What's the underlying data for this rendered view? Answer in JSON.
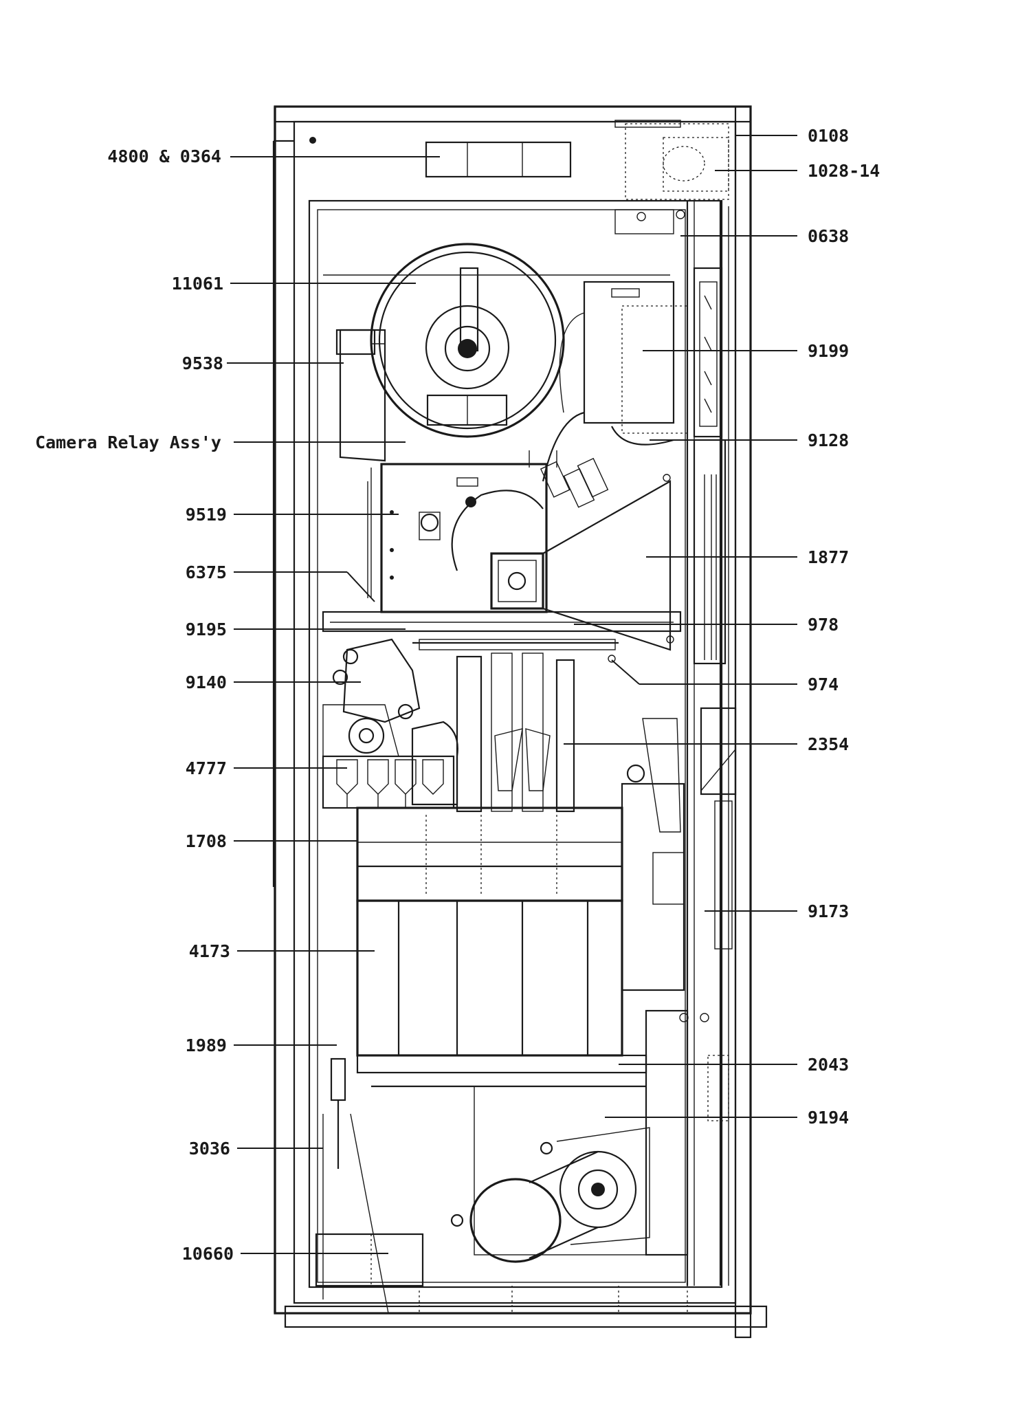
{
  "callouts": {
    "left": [
      {
        "id": "4800-0364",
        "text": "4800 & 0364"
      },
      {
        "id": "11061",
        "text": "11061"
      },
      {
        "id": "9538",
        "text": "9538"
      },
      {
        "id": "camera-relay",
        "text": "Camera Relay Ass'y"
      },
      {
        "id": "9519",
        "text": "9519"
      },
      {
        "id": "6375",
        "text": "6375"
      },
      {
        "id": "9195",
        "text": "9195"
      },
      {
        "id": "9140",
        "text": "9140"
      },
      {
        "id": "4777",
        "text": "4777"
      },
      {
        "id": "1708",
        "text": "1708"
      },
      {
        "id": "4173",
        "text": "4173"
      },
      {
        "id": "1989",
        "text": "1989"
      },
      {
        "id": "3036",
        "text": "3036"
      },
      {
        "id": "10660",
        "text": "10660"
      }
    ],
    "right": [
      {
        "id": "0108",
        "text": "0108"
      },
      {
        "id": "1028-14",
        "text": "1028-14"
      },
      {
        "id": "0638",
        "text": "0638"
      },
      {
        "id": "9199",
        "text": "9199"
      },
      {
        "id": "9128",
        "text": "9128"
      },
      {
        "id": "1877",
        "text": "1877"
      },
      {
        "id": "978",
        "text": "978"
      },
      {
        "id": "974",
        "text": "974"
      },
      {
        "id": "2354",
        "text": "2354"
      },
      {
        "id": "9173",
        "text": "9173"
      },
      {
        "id": "2043",
        "text": "2043"
      },
      {
        "id": "9194",
        "text": "9194"
      }
    ]
  }
}
